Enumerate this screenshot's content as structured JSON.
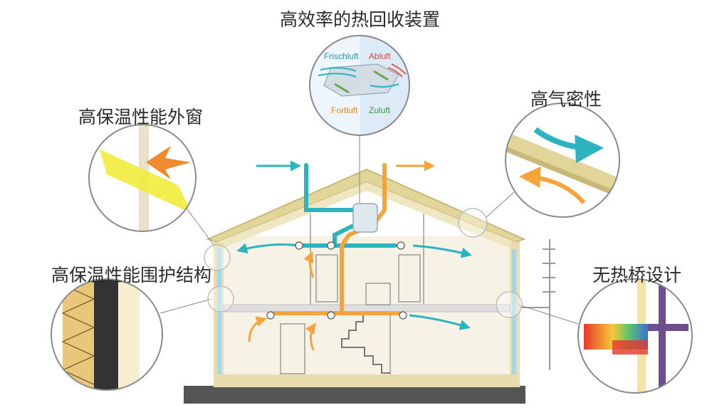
{
  "labels": {
    "heat_recovery": "高效率的热回收装置",
    "window": "高保温性能外窗",
    "airtight": "高气密性",
    "envelope": "高保温性能围护结构",
    "thermal_bridge": "无热桥设计"
  },
  "hrv_quadrants": {
    "fresh_air": "Frischluft",
    "exhaust_air": "Abluft",
    "outgoing_air": "Fortluft",
    "supply_air": "Zuluft"
  },
  "colors": {
    "supply": "#2bb3c0",
    "exhaust": "#f5a33a",
    "wall": "#e9dcae",
    "glass": "#9fd8ef",
    "roof": "#e2d59a"
  }
}
